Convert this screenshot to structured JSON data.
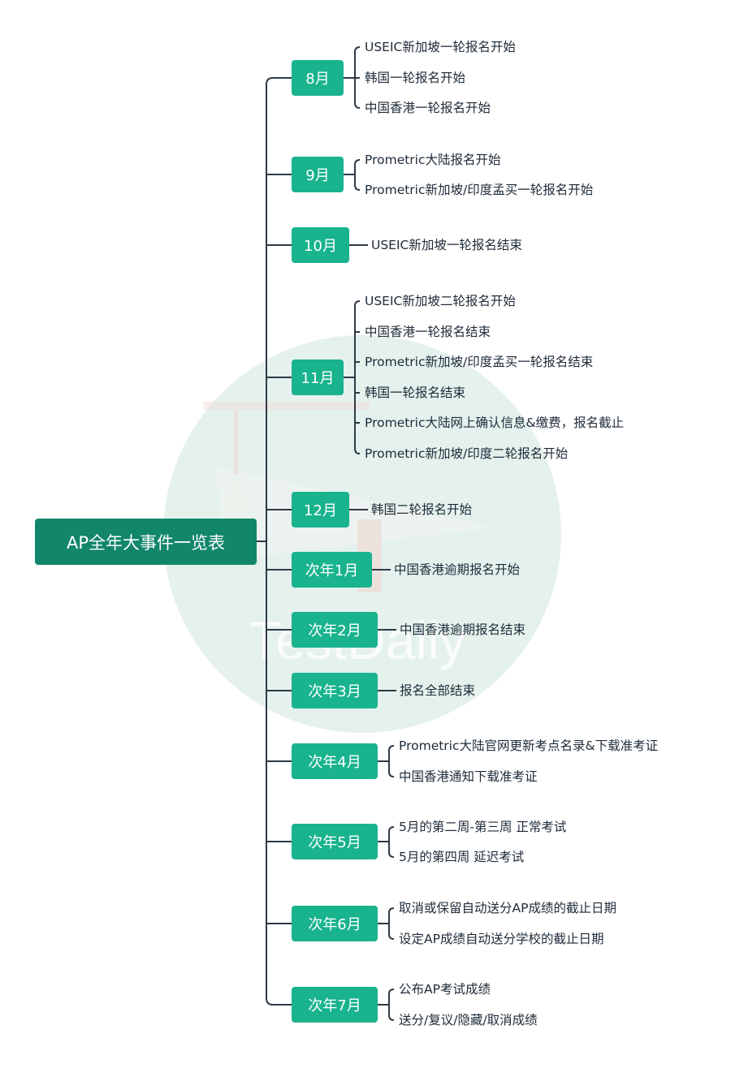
{
  "root": {
    "title": "AP全年大事件一览表"
  },
  "watermark": {
    "text": "TestDaily"
  },
  "colors": {
    "root_bg": "#11866b",
    "month_bg": "#19b38e",
    "line": "#2e3a46",
    "text": "#1e2b38",
    "watermark_circle": "#e4f1ed"
  },
  "months": [
    {
      "label": "8月",
      "events": [
        "USEIC新加坡一轮报名开始",
        "韩国一轮报名开始",
        "中国香港一轮报名开始"
      ]
    },
    {
      "label": "9月",
      "events": [
        "Prometric大陆报名开始",
        "Prometric新加坡/印度孟买一轮报名开始"
      ]
    },
    {
      "label": "10月",
      "events": [
        "USEIC新加坡一轮报名结束"
      ]
    },
    {
      "label": "11月",
      "events": [
        "USEIC新加坡二轮报名开始",
        "中国香港一轮报名结束",
        "Prometric新加坡/印度孟买一轮报名结束",
        "韩国一轮报名结束",
        "Prometric大陆网上确认信息&缴费，报名截止",
        "Prometric新加坡/印度二轮报名开始"
      ]
    },
    {
      "label": "12月",
      "events": [
        "韩国二轮报名开始"
      ]
    },
    {
      "label": "次年1月",
      "events": [
        "中国香港逾期报名开始"
      ]
    },
    {
      "label": "次年2月",
      "events": [
        "中国香港逾期报名结束"
      ]
    },
    {
      "label": "次年3月",
      "events": [
        "报名全部结束"
      ]
    },
    {
      "label": "次年4月",
      "events": [
        "Prometric大陆官网更新考点名录&下载准考证",
        "中国香港通知下载准考证"
      ]
    },
    {
      "label": "次年5月",
      "events": [
        "5月的第二周-第三周 正常考试",
        "5月的第四周 延迟考试"
      ]
    },
    {
      "label": "次年6月",
      "events": [
        "取消或保留自动送分AP成绩的截止日期",
        "设定AP成绩自动送分学校的截止日期"
      ]
    },
    {
      "label": "次年7月",
      "events": [
        "公布AP考试成绩",
        "送分/复议/隐藏/取消成绩"
      ]
    }
  ]
}
